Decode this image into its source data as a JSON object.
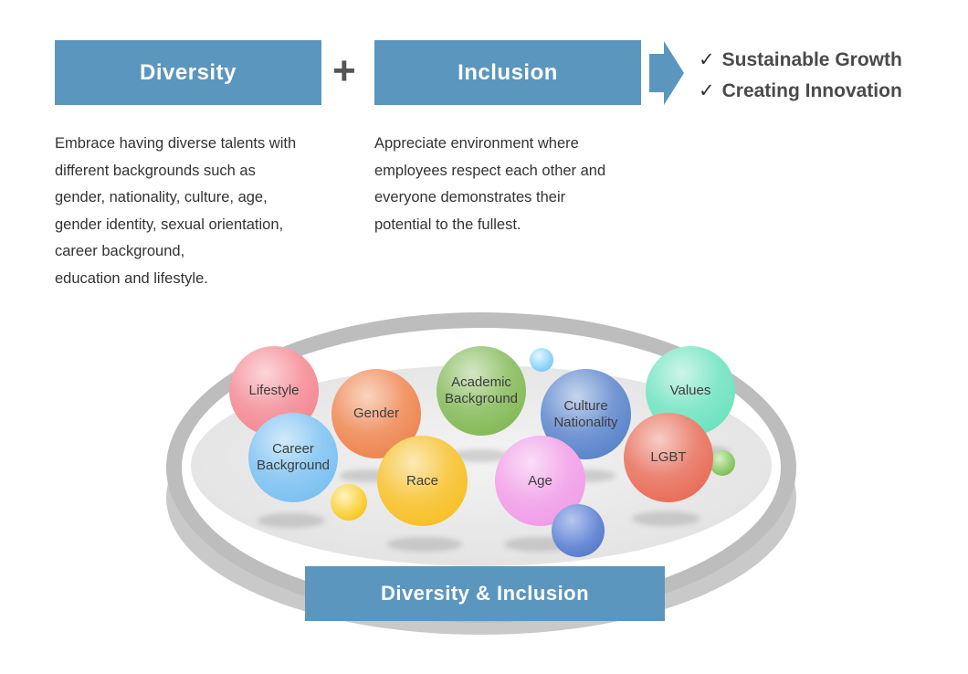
{
  "header": {
    "diversity_label": "Diversity",
    "plus_symbol": "+",
    "inclusion_label": "Inclusion",
    "arrow_icon": "right-arrow-icon",
    "check_icon": "check-icon",
    "outcomes": [
      "Sustainable Growth",
      "Creating Innovation"
    ]
  },
  "descriptions": {
    "diversity": [
      "Embrace having diverse talents with",
      "different backgrounds such as",
      "gender, nationality, culture, age,",
      "gender identity, sexual orientation,",
      "career background,",
      "education and lifestyle."
    ],
    "inclusion": [
      "Appreciate environment where",
      "employees respect each other and",
      "everyone demonstrates their",
      "potential to the fullest."
    ]
  },
  "bubbles": [
    {
      "id": "lifestyle",
      "lines": [
        "Lifestyle"
      ],
      "color": "#f48a94"
    },
    {
      "id": "gender",
      "lines": [
        "Gender"
      ],
      "color": "#ee8752"
    },
    {
      "id": "academic-background",
      "lines": [
        "Academic",
        "Background"
      ],
      "color": "#86bb5a"
    },
    {
      "id": "culture-nationality",
      "lines": [
        "Culture",
        "Nationality"
      ],
      "color": "#5d86cc"
    },
    {
      "id": "values",
      "lines": [
        "Values"
      ],
      "color": "#6fe3bf"
    },
    {
      "id": "career-background",
      "lines": [
        "Career",
        "Background"
      ],
      "color": "#7ec2f2"
    },
    {
      "id": "race",
      "lines": [
        "Race"
      ],
      "color": "#f7c12a"
    },
    {
      "id": "age",
      "lines": [
        "Age"
      ],
      "color": "#f19ee8"
    },
    {
      "id": "lgbt",
      "lines": [
        "LGBT"
      ],
      "color": "#e8705c"
    }
  ],
  "footer": {
    "label": "Diversity & Inclusion"
  },
  "colors": {
    "box": "#5b96be",
    "text": "#333333",
    "ring": "#c3c3c3",
    "dish": "#ececec"
  }
}
